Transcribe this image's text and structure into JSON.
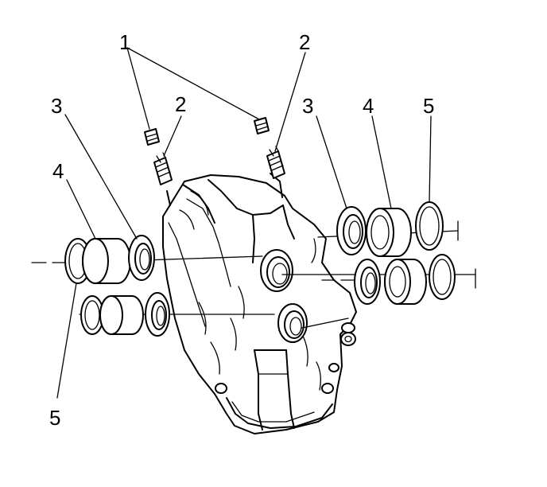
{
  "callouts": {
    "c1": "1",
    "c2a": "2",
    "c2b": "2",
    "c3a": "3",
    "c3b": "3",
    "c4a": "4",
    "c4b": "4",
    "c5a": "5",
    "c5b": "5"
  },
  "colors": {
    "line": "#000000",
    "background": "#ffffff"
  }
}
